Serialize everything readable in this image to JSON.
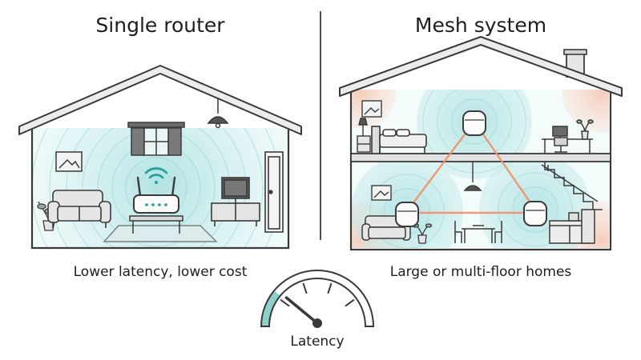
{
  "left_panel": {
    "title": "Single router",
    "caption": "Lower latency, lower cost"
  },
  "right_panel": {
    "title": "Mesh system",
    "caption": "Large or multi-floor homes"
  },
  "gauge": {
    "label": "Latency",
    "level_fraction": 0.22
  },
  "colors": {
    "ink": "#3a3a3a",
    "signal_teal": "#7fcfcf",
    "wifi_teal": "#1f9e9e",
    "mesh_link": "#ee8f6a",
    "edge_warm": "#f6c2ab",
    "gauge_fill": "#8fd0cc"
  }
}
